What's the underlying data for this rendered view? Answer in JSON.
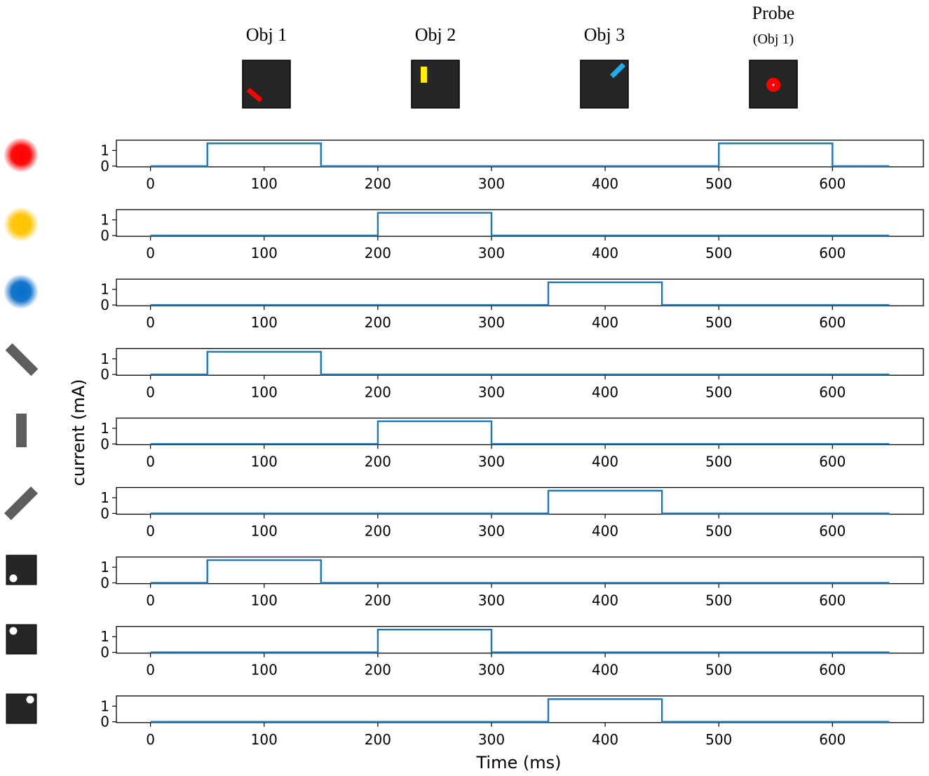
{
  "header": {
    "objects": [
      {
        "label": "Obj 1",
        "sublabel": "",
        "stimulus": "red-bar-diagonal-bottom-left-icon"
      },
      {
        "label": "Obj 2",
        "sublabel": "",
        "stimulus": "yellow-bar-vertical-top-left-icon"
      },
      {
        "label": "Obj 3",
        "sublabel": "",
        "stimulus": "blue-bar-diagonal-top-right-icon"
      },
      {
        "label": "Probe",
        "sublabel": "(Obj 1)",
        "stimulus": "red-dot-center-icon"
      }
    ]
  },
  "colors": {
    "series": "#1f77b4",
    "stimulus_background": "#262626",
    "red": "#ff0000",
    "yellow": "#ffcc00",
    "blue": "#1188ee",
    "feature_gray": "#5e5e5e"
  },
  "chart_data": {
    "type": "line",
    "title": "",
    "xlabel": "Time (ms)",
    "ylabel": "current (mA)",
    "xlim": [
      -30,
      680
    ],
    "ylim": [
      -0.05,
      1.65
    ],
    "xticks": [
      0,
      100,
      200,
      300,
      400,
      500,
      600
    ],
    "yticks": [
      0,
      1
    ],
    "grid": false,
    "legend": "none",
    "panels": [
      {
        "row_icon": "red-color-blob-icon",
        "segments": [
          [
            0,
            50,
            0
          ],
          [
            50,
            150,
            1.45
          ],
          [
            150,
            500,
            0
          ],
          [
            500,
            600,
            1.45
          ],
          [
            600,
            650,
            0
          ]
        ]
      },
      {
        "row_icon": "yellow-color-blob-icon",
        "segments": [
          [
            0,
            200,
            0
          ],
          [
            200,
            300,
            1.45
          ],
          [
            300,
            650,
            0
          ]
        ]
      },
      {
        "row_icon": "blue-color-blob-icon",
        "segments": [
          [
            0,
            350,
            0
          ],
          [
            350,
            450,
            1.45
          ],
          [
            450,
            650,
            0
          ]
        ]
      },
      {
        "row_icon": "diagonal-down-bar-icon",
        "segments": [
          [
            0,
            50,
            0
          ],
          [
            50,
            150,
            1.45
          ],
          [
            150,
            650,
            0
          ]
        ]
      },
      {
        "row_icon": "vertical-bar-icon",
        "segments": [
          [
            0,
            200,
            0
          ],
          [
            200,
            300,
            1.45
          ],
          [
            300,
            650,
            0
          ]
        ]
      },
      {
        "row_icon": "diagonal-up-bar-icon",
        "segments": [
          [
            0,
            350,
            0
          ],
          [
            350,
            450,
            1.45
          ],
          [
            450,
            650,
            0
          ]
        ]
      },
      {
        "row_icon": "location-bottom-left-icon",
        "segments": [
          [
            0,
            50,
            0
          ],
          [
            50,
            150,
            1.45
          ],
          [
            150,
            650,
            0
          ]
        ]
      },
      {
        "row_icon": "location-top-left-icon",
        "segments": [
          [
            0,
            200,
            0
          ],
          [
            200,
            300,
            1.45
          ],
          [
            300,
            650,
            0
          ]
        ]
      },
      {
        "row_icon": "location-top-right-icon",
        "segments": [
          [
            0,
            350,
            0
          ],
          [
            350,
            450,
            1.45
          ],
          [
            450,
            650,
            0
          ]
        ]
      }
    ]
  }
}
